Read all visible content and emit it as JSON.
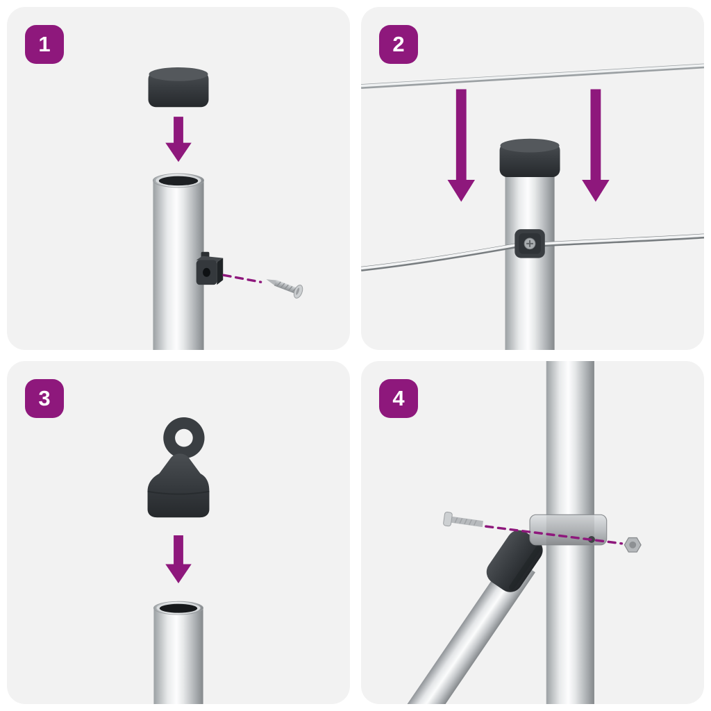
{
  "colors": {
    "accent_purple": "#8E187C",
    "page_bg": "#FFFFFF",
    "panel_bg": "#F2F2F2",
    "badge_text": "#FFFFFF",
    "cap_dark": "#34383C",
    "metal_light": "#F4F5F6",
    "metal_shadow": "#878B8E",
    "wire_light": "#F2F3F4",
    "wire_outline": "#7E8386"
  },
  "steps": [
    {
      "number": "1",
      "illustration": {
        "parts": [
          "post-cap",
          "down-arrow",
          "steel-post-open-top",
          "wire-holder-bracket",
          "screw"
        ],
        "annotation": "dashed-line-screw-to-bracket"
      }
    },
    {
      "number": "2",
      "illustration": {
        "parts": [
          "top-tension-wire",
          "down-arrow-left",
          "down-arrow-right",
          "capped-steel-post",
          "wire-clamp-with-screw",
          "tension-wire"
        ]
      }
    },
    {
      "number": "3",
      "illustration": {
        "parts": [
          "eye-loop-post-cap",
          "down-arrow",
          "steel-post-open-top"
        ]
      }
    },
    {
      "number": "4",
      "illustration": {
        "parts": [
          "steel-post",
          "diagonal-brace-tube",
          "brace-connector-sleeve",
          "strap-clamp",
          "bolt",
          "nut"
        ],
        "annotation": "dashed-line-bolt-through-clamp-to-nut"
      }
    }
  ]
}
